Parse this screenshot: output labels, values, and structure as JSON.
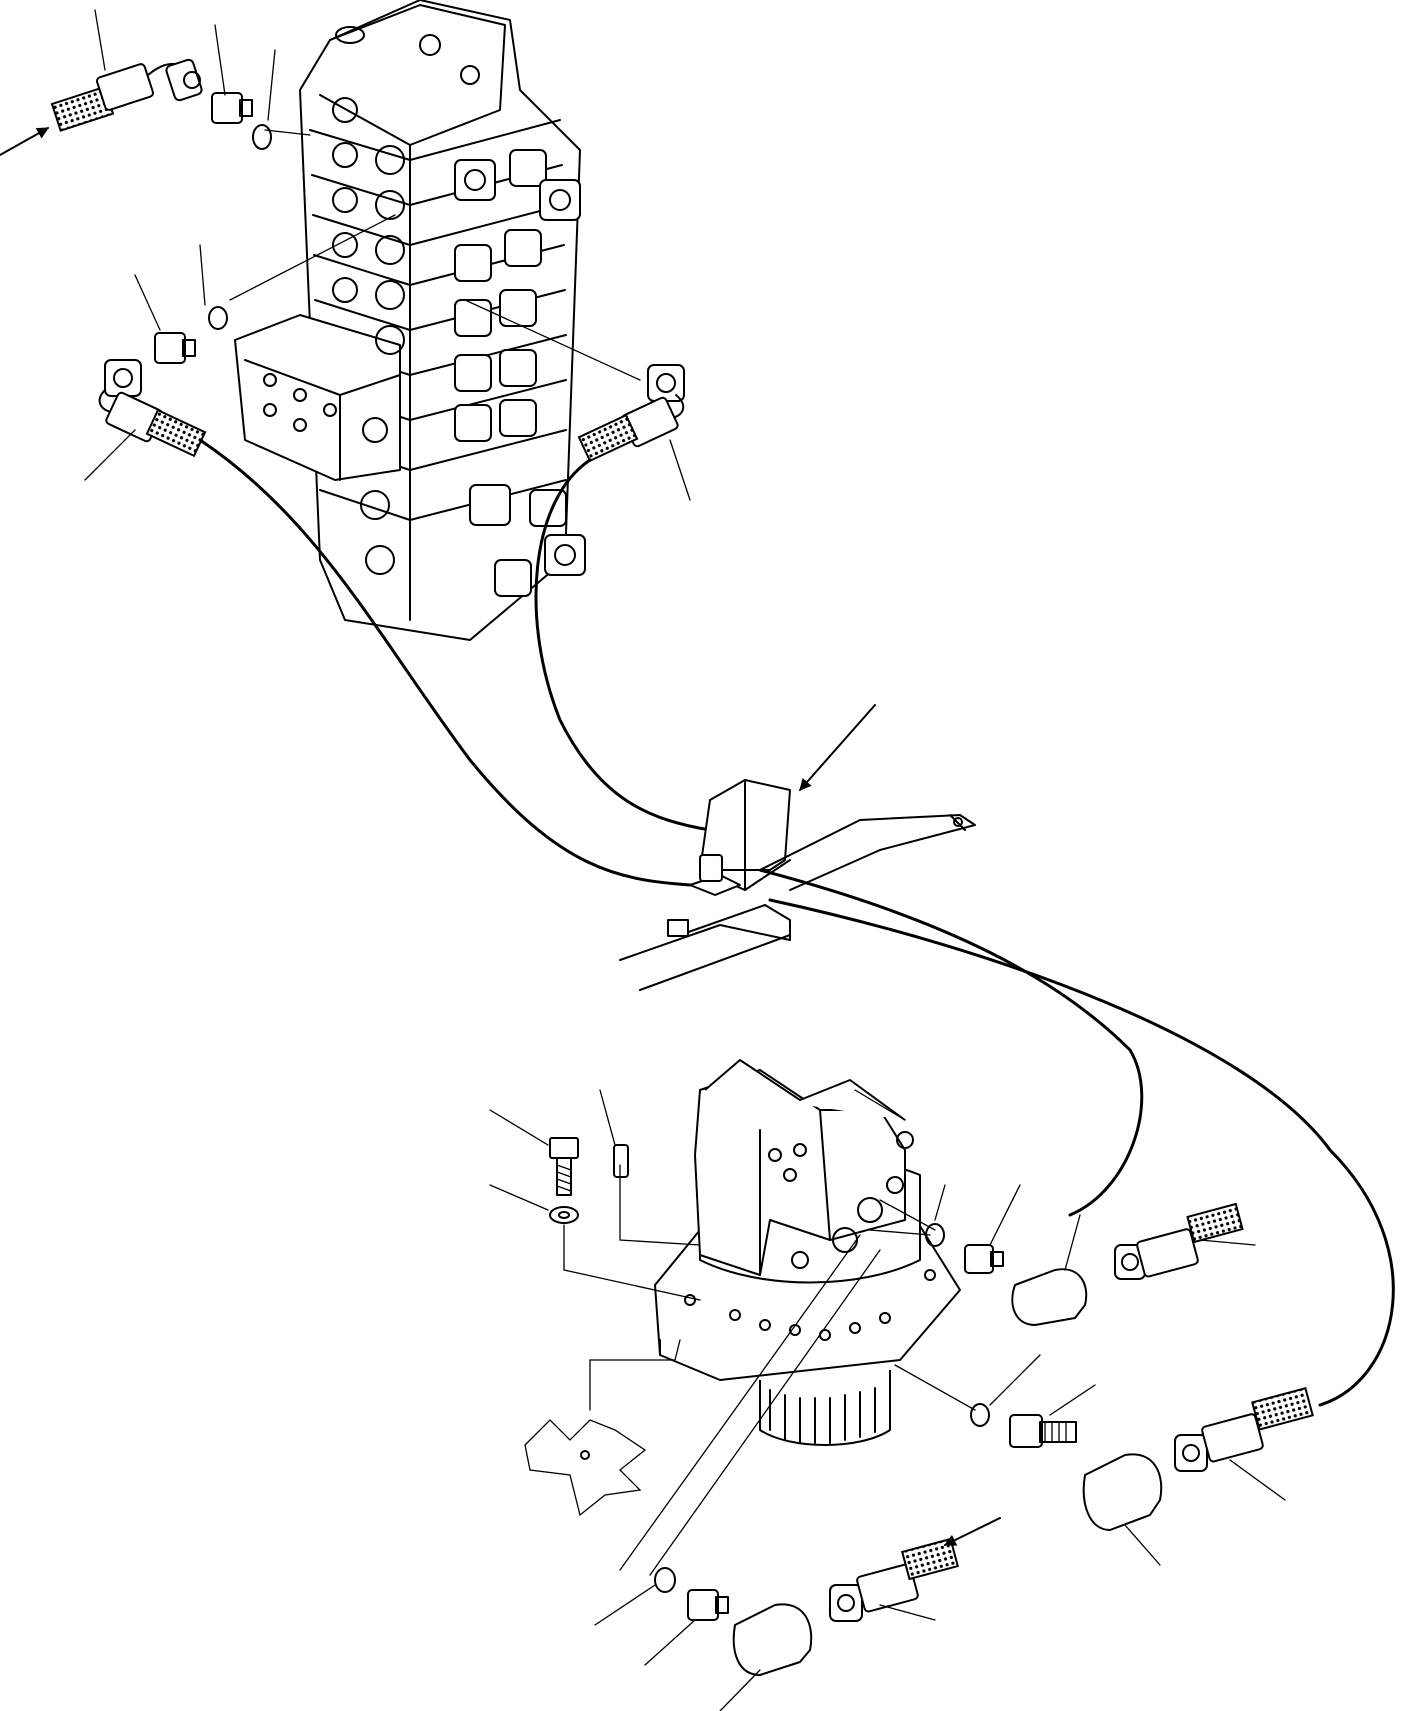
{
  "diagram": {
    "type": "exploded-parts-diagram",
    "components": [
      "control-valve",
      "swing-motor",
      "hose-clamp-bracket",
      "hose-assemblies",
      "elbow-fittings",
      "adapters",
      "o-rings",
      "bolt",
      "washer",
      "pin"
    ],
    "flow_arrows": [
      "upper-left-inlet",
      "lower-inlet",
      "bracket-view"
    ],
    "line_color": "#000000",
    "background_color": "#ffffff"
  }
}
